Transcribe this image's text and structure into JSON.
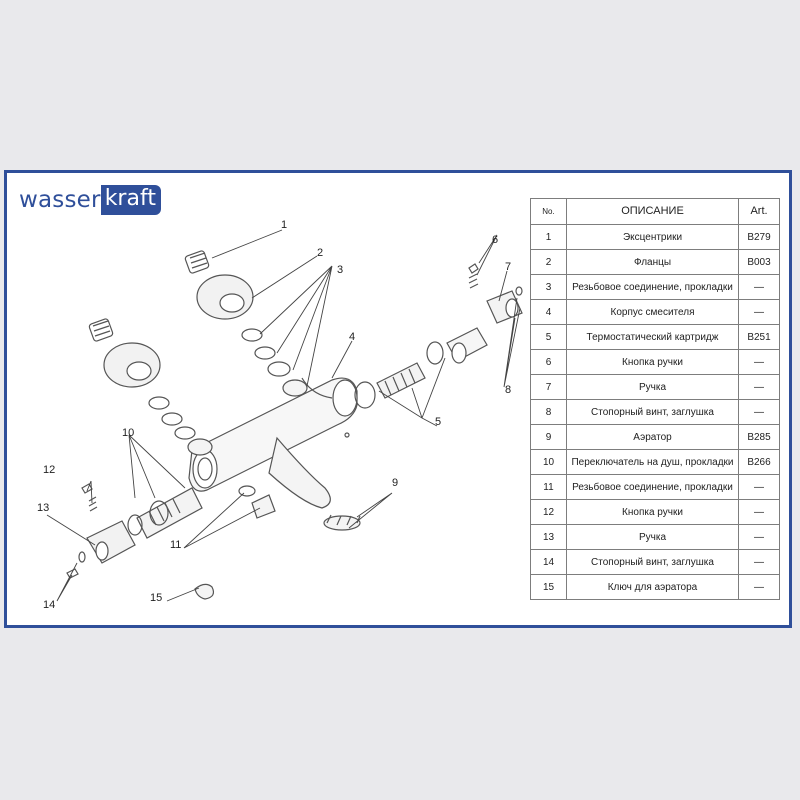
{
  "brand": {
    "logo_part1": "wasser",
    "logo_part2": "kraft"
  },
  "table": {
    "headers": {
      "no": "No.",
      "description": "ОПИСАНИЕ",
      "art": "Art."
    },
    "rows": [
      {
        "no": "1",
        "desc": "Эксцентрики",
        "art": "B279"
      },
      {
        "no": "2",
        "desc": "Фланцы",
        "art": "B003"
      },
      {
        "no": "3",
        "desc": "Резьбовое соединение, прокладки",
        "art": "—"
      },
      {
        "no": "4",
        "desc": "Корпус смесителя",
        "art": "—"
      },
      {
        "no": "5",
        "desc": "Термостатический картридж",
        "art": "B251"
      },
      {
        "no": "6",
        "desc": "Кнопка ручки",
        "art": "—"
      },
      {
        "no": "7",
        "desc": "Ручка",
        "art": "—"
      },
      {
        "no": "8",
        "desc": "Стопорный винт, заглушка",
        "art": "—"
      },
      {
        "no": "9",
        "desc": "Аэратор",
        "art": "B285"
      },
      {
        "no": "10",
        "desc": "Переключатель на душ, прокладки",
        "art": "B266"
      },
      {
        "no": "11",
        "desc": "Резьбовое соединение, прокладки",
        "art": "—"
      },
      {
        "no": "12",
        "desc": "Кнопка ручки",
        "art": "—"
      },
      {
        "no": "13",
        "desc": "Ручка",
        "art": "—"
      },
      {
        "no": "14",
        "desc": "Стопорный винт, заглушка",
        "art": "—"
      },
      {
        "no": "15",
        "desc": "Ключ для аэратора",
        "art": "—"
      }
    ]
  },
  "callouts": [
    "1",
    "2",
    "3",
    "4",
    "5",
    "6",
    "7",
    "8",
    "9",
    "10",
    "11",
    "12",
    "13",
    "14",
    "15"
  ],
  "colors": {
    "frame": "#2f4f9a",
    "brand": "#2f4f9a",
    "line": "#444444"
  }
}
